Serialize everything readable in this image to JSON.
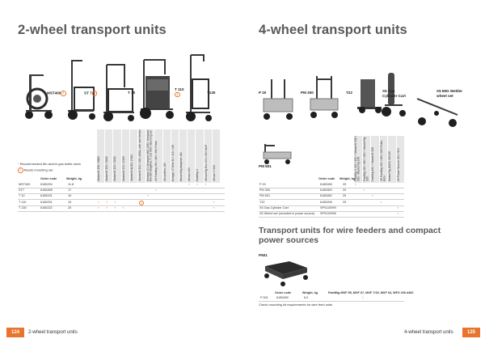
{
  "left_page": {
    "title": "2-wheel transport units",
    "products": [
      {
        "label": "MST400",
        "badge": "1"
      },
      {
        "label": "ST 7",
        "badge": "1"
      },
      {
        "label": "T 10",
        "badge": ""
      },
      {
        "label": "T 110",
        "badge": "1"
      },
      {
        "label": "T130",
        "badge": ""
      }
    ],
    "legend": {
      "asterisk_text": "Recommended Mn-and/or gas bottle sizes",
      "badge_symbol": "1",
      "badge_text": "Needs mounting set."
    },
    "column_headers": [
      "MasterM 358 / 358G",
      "MasterM 353 / 353G",
      "MasterM 323 / 323G",
      "MasterM 205 / 205G",
      "MasterM ACDC 205G",
      "MasterM 353 / 355, MMA, with wire feeder",
      "Kemppi 101 Kempact MIG 2530, Kempact RA with MagRoll, T 115 With mounting set",
      "X5 FastMig 350 / 450 / 650 Pulse",
      "MinarcEvo 180",
      "Kemppi 17 Elite 90 / 115 / 135",
      "MinarcMig Adaptive 180",
      "Minarc 220",
      "FastMig X",
      "MinarcTig Evo 200 / 250 MLP",
      "Minarc T 223"
    ],
    "table_headers": [
      "Order code",
      "Weight, kg"
    ],
    "rows": [
      {
        "name": "MST400",
        "code": "6185294",
        "weight": "11.8",
        "marks": [
          "",
          "",
          "",
          "",
          "",
          "",
          "",
          "",
          "",
          "",
          "",
          "*",
          "*",
          "*",
          ""
        ]
      },
      {
        "name": "ST7",
        "code": "6185268",
        "weight": "17",
        "marks": [
          "",
          "",
          "",
          "",
          "",
          "",
          "",
          "*",
          "",
          "",
          "",
          "",
          "",
          "",
          ""
        ]
      },
      {
        "name": "T 10",
        "code": "6185231",
        "weight": "19",
        "marks": [
          "",
          "",
          "",
          "",
          "",
          "",
          "*",
          "",
          "",
          "",
          "",
          "",
          "",
          "",
          ""
        ]
      },
      {
        "name": "T 110",
        "code": "6185231",
        "weight": "19",
        "marks": [
          "*",
          "*",
          "*",
          "",
          "",
          "1",
          "",
          "",
          "",
          "",
          "",
          "",
          "",
          "",
          "*"
        ]
      },
      {
        "name": "T 130",
        "code": "6185222",
        "weight": "20",
        "marks": [
          "*",
          "*",
          "*",
          "*",
          "",
          "",
          "",
          "",
          "",
          "",
          "",
          "",
          "",
          "",
          "*"
        ]
      }
    ],
    "footer": {
      "page_number": "124",
      "text": "2-wheel transport units"
    }
  },
  "right_page": {
    "title": "4-wheel transport units",
    "products": [
      {
        "label": "P 20"
      },
      {
        "label": "PM 300"
      },
      {
        "label": "T22"
      },
      {
        "label": "X5 Gas Cylinder Cart"
      },
      {
        "label": "X5 MIG Welder wheel set"
      },
      {
        "label": "PM 501"
      }
    ],
    "column_headers": [
      "FastMig X 350 / 450 + MasterM 358 / 353 - MasterTig 335",
      "FastMig 350 / 450 / 650 + MasterTig 335",
      "FastMig 450 + MasterM 358",
      "X5 FastMig 350 / 450 / 650 Pulse, Auto",
      "MasterTig ACDC 3500W",
      "X5 Power Source 400 / 500"
    ],
    "table_headers": [
      "Order code",
      "Weight, kg"
    ],
    "rows": [
      {
        "name": "P 20",
        "code": "6185265",
        "weight": "25",
        "marks": [
          "*",
          "",
          "",
          "",
          "",
          ""
        ]
      },
      {
        "name": "PM 300",
        "code": "6185300",
        "weight": "20",
        "marks": [
          "",
          "*",
          "",
          "",
          "",
          ""
        ]
      },
      {
        "name": "PM 501",
        "code": "6185282",
        "weight": "25",
        "marks": [
          "",
          "",
          "*",
          "",
          "",
          ""
        ]
      },
      {
        "name": "T22",
        "code": "6185206",
        "weight": "25",
        "marks": [
          "",
          "",
          "",
          "*",
          "",
          ""
        ]
      },
      {
        "name": "X5 Gas Cylinder Cart",
        "code": "SP9110999",
        "weight": "",
        "marks": [
          "",
          "",
          "",
          "",
          "",
          "*"
        ]
      },
      {
        "name": "X5 Wheel set (included in power source)",
        "code": "SP9110998",
        "weight": "",
        "marks": [
          "",
          "",
          "",
          "",
          "",
          "*"
        ]
      }
    ],
    "feeders": {
      "title": "Transport units for wire feeders and compact power sources",
      "product_label": "P501",
      "headers": [
        "Order code",
        "Weight, kg",
        "FastMig MSF 55, MXF 67, MXF 7/15, MXF 63, WFX 200 AMC"
      ],
      "row": {
        "name": "P 501",
        "code": "6185269",
        "weight": "6.0",
        "mark": "*"
      },
      "note": "Check mounting kit requirements for wire feed units"
    },
    "footer": {
      "page_number": "125",
      "text": "4-wheel transport units"
    }
  },
  "colors": {
    "accent": "#e8742d",
    "title_gray": "#5a5a5a",
    "column_gray": "#e6e6e6"
  }
}
